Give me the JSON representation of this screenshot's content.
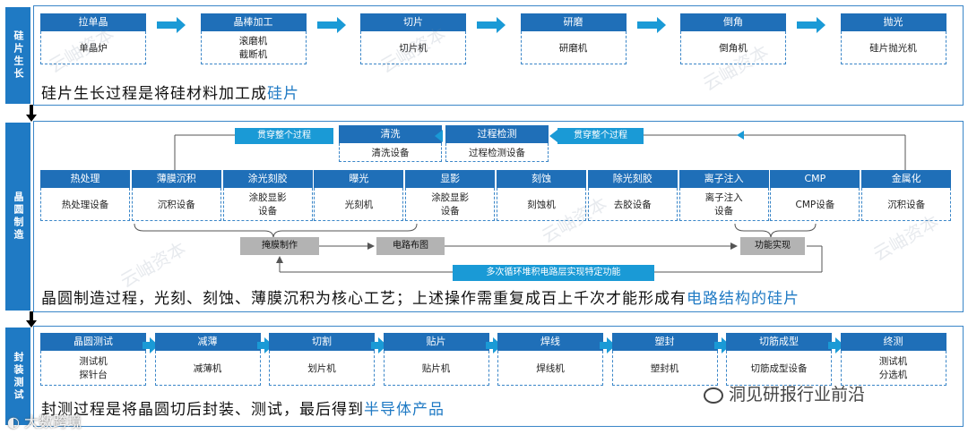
{
  "sections": {
    "growth": {
      "label": "硅片生长",
      "summary_prefix": "硅片生长过程是将硅材料加工成",
      "summary_accent": "硅片"
    },
    "fab": {
      "label": "晶圆制造",
      "summary_prefix": "晶圆制造过程，光刻、刻蚀、薄膜沉积为核心工艺；上述操作需重复成百上千次才能形成有",
      "summary_accent": "电路结构的硅片"
    },
    "pack": {
      "label": "封装测试",
      "summary_prefix": "封测过程是将晶圆切后封装、测试，最后得到",
      "summary_accent": "半导体产品"
    }
  },
  "growth_steps": [
    {
      "name": "拉单晶",
      "equipment": "单晶炉"
    },
    {
      "name": "晶棒加工",
      "equipment": "滚磨机\n截断机"
    },
    {
      "name": "切片",
      "equipment": "切片机"
    },
    {
      "name": "研磨",
      "equipment": "研磨机"
    },
    {
      "name": "倒角",
      "equipment": "倒角机"
    },
    {
      "name": "抛光",
      "equipment": "硅片抛光机"
    }
  ],
  "fab_steps": [
    {
      "name": "热处理",
      "equipment": "热处理设备"
    },
    {
      "name": "薄膜沉积",
      "equipment": "沉积设备"
    },
    {
      "name": "涂光刻胶",
      "equipment": "涂胶显影\n设备"
    },
    {
      "name": "曝光",
      "equipment": "光刻机"
    },
    {
      "name": "显影",
      "equipment": "涂胶显影\n设备"
    },
    {
      "name": "刻蚀",
      "equipment": "刻蚀机"
    },
    {
      "name": "除光刻胶",
      "equipment": "去胶设备"
    },
    {
      "name": "离子注入",
      "equipment": "离子注入\n设备"
    },
    {
      "name": "CMP",
      "equipment": "CMP设备"
    },
    {
      "name": "金属化",
      "equipment": "沉积设备"
    }
  ],
  "fab_top": {
    "left_label": "贯穿整个过程",
    "right_label": "贯穿整个过程",
    "clean": {
      "name": "清洗",
      "equipment": "清洗设备"
    },
    "inspect": {
      "name": "过程检测",
      "equipment": "过程检测设备"
    }
  },
  "fab_bottom": {
    "mask": "掩膜制作",
    "layout": "电路布图",
    "function": "功能实现",
    "loop": "多次循环堆积电路层实现特定功能"
  },
  "pack_steps": [
    {
      "name": "晶圆测试",
      "equipment": "测试机\n探针台"
    },
    {
      "name": "减薄",
      "equipment": "减薄机"
    },
    {
      "name": "切割",
      "equipment": "划片机"
    },
    {
      "name": "贴片",
      "equipment": "贴片机"
    },
    {
      "name": "焊线",
      "equipment": "焊线机"
    },
    {
      "name": "塑封",
      "equipment": "塑封机"
    },
    {
      "name": "切筋成型",
      "equipment": "切筋成型设备"
    },
    {
      "name": "终测",
      "equipment": "测试机\n分选机"
    }
  ],
  "watermarks": {
    "source": "洞见研报行业前沿",
    "brand": "大数跨境",
    "faint": "云岫资本"
  },
  "colors": {
    "primary": "#1f6fb8",
    "light": "#1a9ad6",
    "gray": "#b3b3b3",
    "accent": "#1f7ac4"
  }
}
